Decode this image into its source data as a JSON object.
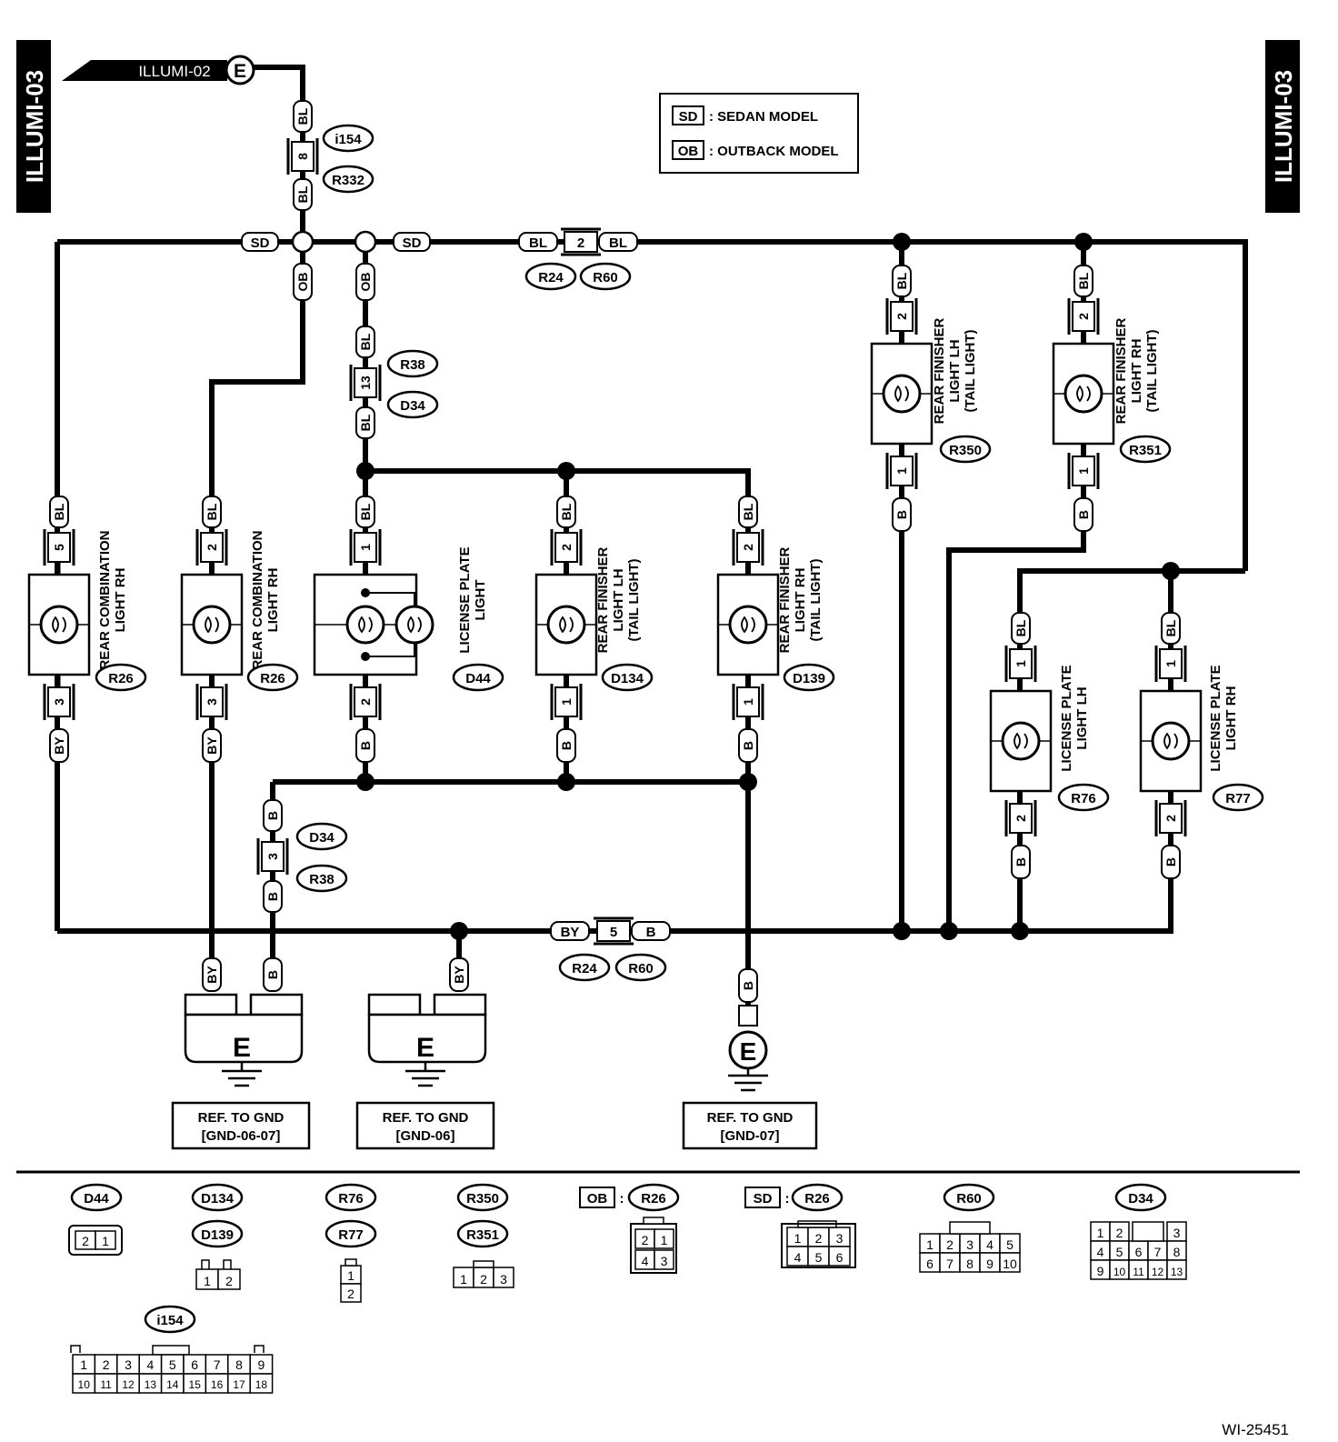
{
  "page_tag": "ILLUMI-03",
  "figure_id": "WI-25451",
  "legend": [
    {
      "code": "SD",
      "text": ": SEDAN MODEL"
    },
    {
      "code": "OB",
      "text": ": OUTBACK MODEL"
    }
  ],
  "from_page": {
    "label": "ILLUMI-02",
    "symbol": "E"
  },
  "wire_tags": {
    "sd_left": "SD",
    "sd_right": "SD",
    "ob1": "OB",
    "ob2": "OB",
    "bl_i154_top": "BL",
    "bl_i154_bot": "BL",
    "pin_i154": "8",
    "bl_r24": "BL",
    "pin_r24": "2",
    "bl_r60": "BL",
    "bl_r38_top": "BL",
    "pin_r38": "13",
    "bl_r38_bot": "BL",
    "by_bot": "BY",
    "pin_bot": "5",
    "b_bot": "B",
    "b_d34_top": "B",
    "pin_d34": "3",
    "b_d34_bot": "B",
    "by_gnd1": "BY",
    "b_gnd1": "B",
    "by_gnd2": "BY",
    "b_gnd3": "B"
  },
  "connectors": {
    "i154": "i154",
    "r332": "R332",
    "r24a": "R24",
    "r60a": "R60",
    "r38a": "R38",
    "d34a": "D34",
    "d34b": "D34",
    "r38b": "R38",
    "r24b": "R24",
    "r60b": "R60"
  },
  "lamps": [
    {
      "id": "rcl-rh-sd",
      "top_wire": "BL",
      "top_pin": "5",
      "bot_pin": "3",
      "bot_wire": "BY",
      "name_lines": [
        "REAR COMBINATION",
        "LIGHT RH"
      ],
      "connector": "R26"
    },
    {
      "id": "rcl-rh-ob",
      "top_wire": "BL",
      "top_pin": "2",
      "bot_pin": "3",
      "bot_wire": "BY",
      "name_lines": [
        "REAR COMBINATION",
        "LIGHT RH"
      ],
      "connector": "R26"
    },
    {
      "id": "license-plate",
      "top_wire": "BL",
      "top_pin": "1",
      "bot_pin": "2",
      "bot_wire": "B",
      "name_lines": [
        "LICENSE PLATE",
        "LIGHT"
      ],
      "connector": "D44"
    },
    {
      "id": "finisher-lh-d134",
      "top_wire": "BL",
      "top_pin": "2",
      "bot_pin": "1",
      "bot_wire": "B",
      "name_lines": [
        "REAR FINISHER",
        "LIGHT LH",
        "(TAIL LIGHT)"
      ],
      "connector": "D134"
    },
    {
      "id": "finisher-rh-d139",
      "top_wire": "BL",
      "top_pin": "2",
      "bot_pin": "1",
      "bot_wire": "B",
      "name_lines": [
        "REAR FINISHER",
        "LIGHT RH",
        "(TAIL LIGHT)"
      ],
      "connector": "D139"
    },
    {
      "id": "finisher-lh-r350",
      "top_wire": "BL",
      "top_pin": "2",
      "bot_pin": "1",
      "bot_wire": "B",
      "name_lines": [
        "REAR FINISHER",
        "LIGHT LH",
        "(TAIL LIGHT)"
      ],
      "connector": "R350"
    },
    {
      "id": "finisher-rh-r351",
      "top_wire": "BL",
      "top_pin": "2",
      "bot_pin": "1",
      "bot_wire": "B",
      "name_lines": [
        "REAR FINISHER",
        "LIGHT RH",
        "(TAIL LIGHT)"
      ],
      "connector": "R351"
    },
    {
      "id": "license-plate-lh",
      "top_wire": "BL",
      "top_pin": "1",
      "bot_pin": "2",
      "bot_wire": "B",
      "name_lines": [
        "LICENSE PLATE",
        "LIGHT LH"
      ],
      "connector": "R76"
    },
    {
      "id": "license-plate-rh",
      "top_wire": "BL",
      "top_pin": "1",
      "bot_pin": "2",
      "bot_wire": "B",
      "name_lines": [
        "LICENSE PLATE",
        "LIGHT RH"
      ],
      "connector": "R77"
    }
  ],
  "grounds": [
    {
      "symbol": "E",
      "ref_line1": "REF. TO GND",
      "ref_line2": "[GND-06-07]"
    },
    {
      "symbol": "E",
      "ref_line1": "REF. TO GND",
      "ref_line2": "[GND-06]"
    },
    {
      "symbol": "E",
      "ref_line1": "REF. TO GND",
      "ref_line2": "[GND-07]"
    }
  ],
  "connector_views": {
    "d44": {
      "labels": [
        "D44"
      ],
      "pins": [
        "2",
        "1"
      ]
    },
    "d134": {
      "labels": [
        "D134",
        "D139"
      ],
      "pins": [
        "1",
        "2"
      ]
    },
    "r76": {
      "labels": [
        "R76",
        "R77"
      ],
      "pins": [
        "1",
        "2"
      ]
    },
    "r350": {
      "labels": [
        "R350",
        "R351"
      ],
      "pins": [
        "1",
        "2",
        "3"
      ]
    },
    "r26ob": {
      "prefix": "OB",
      "colon": ":",
      "labels": [
        "R26"
      ],
      "pins": [
        "2",
        "1",
        "4",
        "3"
      ]
    },
    "r26sd": {
      "prefix": "SD",
      "colon": ":",
      "labels": [
        "R26"
      ],
      "pins": [
        "1",
        "2",
        "3",
        "4",
        "5",
        "6"
      ]
    },
    "r60": {
      "labels": [
        "R60"
      ],
      "pins": [
        "1",
        "2",
        "3",
        "4",
        "5",
        "6",
        "7",
        "8",
        "9",
        "10"
      ]
    },
    "d34": {
      "labels": [
        "D34"
      ],
      "pins": [
        "1",
        "2",
        "3",
        "4",
        "5",
        "6",
        "7",
        "8",
        "9",
        "10",
        "11",
        "12",
        "13"
      ]
    },
    "i154": {
      "labels": [
        "i154"
      ],
      "pins": [
        "1",
        "2",
        "3",
        "4",
        "5",
        "6",
        "7",
        "8",
        "9",
        "10",
        "11",
        "12",
        "13",
        "14",
        "15",
        "16",
        "17",
        "18"
      ]
    }
  }
}
